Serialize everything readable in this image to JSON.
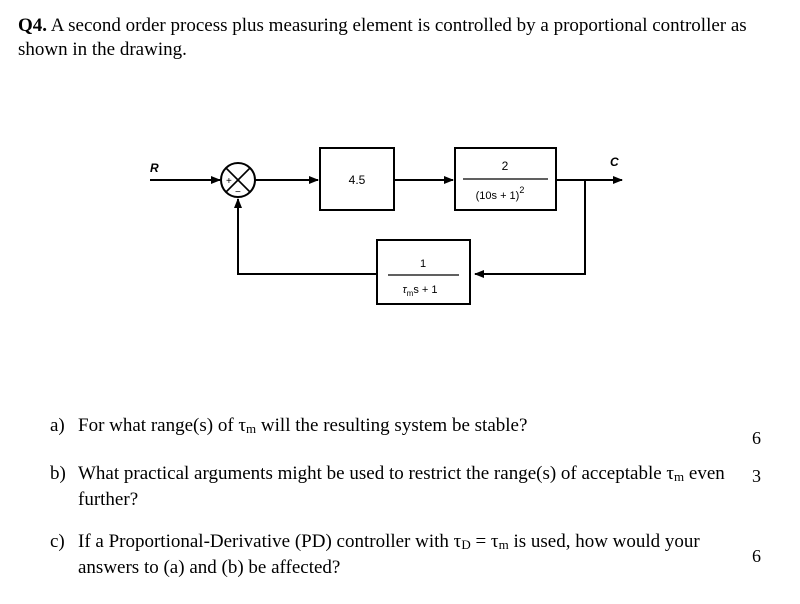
{
  "question": {
    "number": "Q4.",
    "text": "A second order process plus measuring element is controlled by a proportional controller as shown in the drawing."
  },
  "diagram": {
    "input_label": "R",
    "output_label": "C",
    "sum_plus": "+",
    "sum_minus": "−",
    "controller_gain": "4.5",
    "process_numerator": "2",
    "process_denominator": "(10s + 1)",
    "process_exponent": "2",
    "measure_numerator": "1",
    "measure_denominator_tau": "τ",
    "measure_denominator_sub": "m",
    "measure_denominator_rest": "s + 1"
  },
  "items": [
    {
      "label": "a)",
      "text_before": "For what range(s) of ",
      "tau": "τ",
      "tau_sub": "m",
      "text_after": " will the resulting system be stable?",
      "marks": "6"
    },
    {
      "label": "b)",
      "text_before": "What practical arguments might be used to restrict the range(s) of acceptable ",
      "tau": "τ",
      "tau_sub": "m",
      "text_after": " even further?",
      "marks": "3"
    },
    {
      "label": "c)",
      "text_before": "If a Proportional-Derivative (PD) controller with ",
      "tau_d": "τ",
      "tau_d_sub": "D",
      "equals": " = ",
      "tau_m": "τ",
      "tau_m_sub": "m",
      "text_after": " is used, how would your answers to (a) and (b) be affected?",
      "marks": "6"
    }
  ]
}
